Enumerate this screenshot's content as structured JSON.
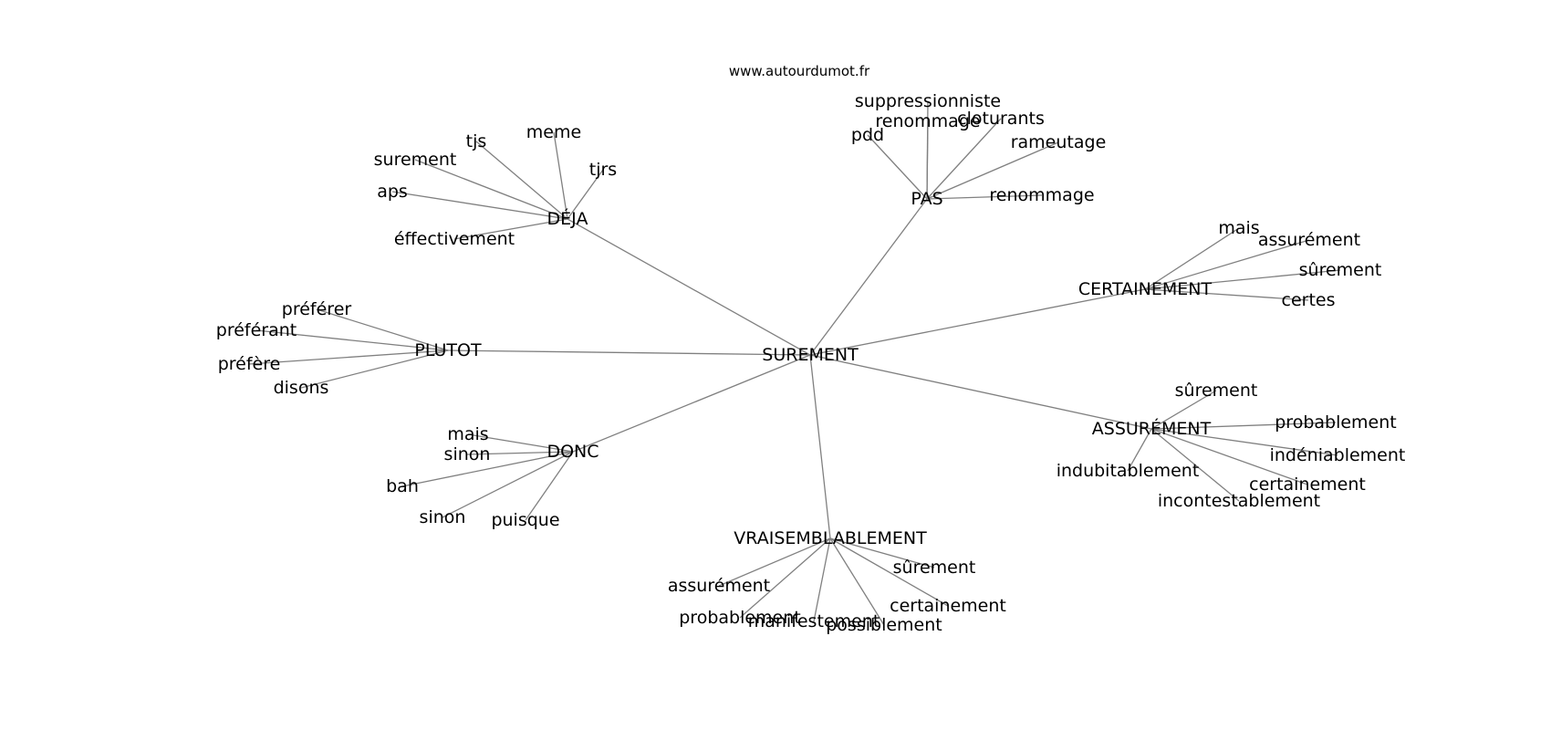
{
  "credit": "www.autourdumot.fr",
  "center": "SUREMENT",
  "clusters": [
    {
      "hub": "DÉJA",
      "leaves": [
        "tjs",
        "meme",
        "surement",
        "tjrs",
        "aps",
        "éffectivement"
      ]
    },
    {
      "hub": "PAS",
      "leaves": [
        "suppressionniste",
        "renommage",
        "cloturants",
        "pdd",
        "rameutage",
        "renommage"
      ]
    },
    {
      "hub": "CERTAINEMENT",
      "leaves": [
        "mais",
        "assurément",
        "sûrement",
        "certes"
      ]
    },
    {
      "hub": "ASSURÉMENT",
      "leaves": [
        "sûrement",
        "probablement",
        "indéniablement",
        "indubitablement",
        "certainement",
        "incontestablement"
      ]
    },
    {
      "hub": "VRAISEMBLABLEMENT",
      "leaves": [
        "sûrement",
        "assurément",
        "certainement",
        "probablement",
        "manifestement",
        "possiblement"
      ]
    },
    {
      "hub": "DONC",
      "leaves": [
        "mais",
        "sinon",
        "bah",
        "sinon",
        "puisque"
      ]
    },
    {
      "hub": "PLUTOT",
      "leaves": [
        "préférer",
        "préférant",
        "préfère",
        "disons"
      ]
    }
  ]
}
